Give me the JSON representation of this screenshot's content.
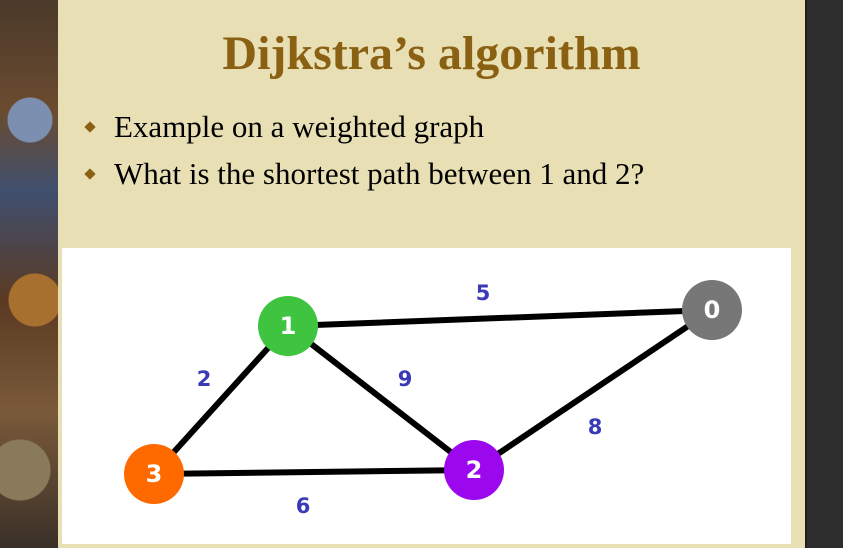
{
  "slide": {
    "title": "Dijkstra’s algorithm",
    "bullets": [
      "Example on a weighted graph",
      "What is the shortest path between 1 and 2?"
    ],
    "accent_color": "#8a6012",
    "background_color": "#e8dfb4"
  },
  "graph": {
    "nodes": [
      {
        "id": "0",
        "label": "0",
        "color": "#777777"
      },
      {
        "id": "1",
        "label": "1",
        "color": "#3ec43e"
      },
      {
        "id": "2",
        "label": "2",
        "color": "#9b08ee"
      },
      {
        "id": "3",
        "label": "3",
        "color": "#ff6a00"
      }
    ],
    "edges": [
      {
        "from": "1",
        "to": "0",
        "weight": "5"
      },
      {
        "from": "1",
        "to": "3",
        "weight": "2"
      },
      {
        "from": "1",
        "to": "2",
        "weight": "9"
      },
      {
        "from": "2",
        "to": "0",
        "weight": "8"
      },
      {
        "from": "3",
        "to": "2",
        "weight": "6"
      }
    ],
    "weight_color": "#3a3ab8"
  }
}
